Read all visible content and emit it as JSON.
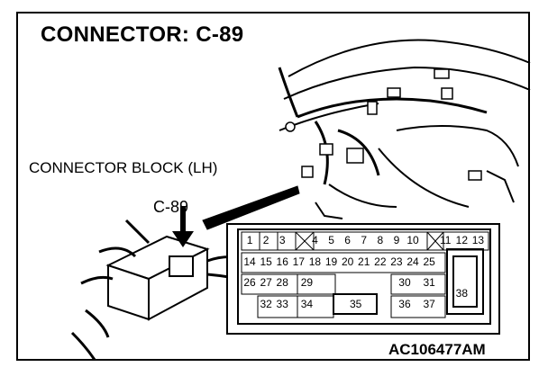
{
  "title": "CONNECTOR: C-89",
  "block_label": "CONNECTOR BLOCK (LH)",
  "callout": "C-89",
  "figure_code": "AC106477AM",
  "pins": [
    {
      "label": "1",
      "row": 1,
      "col": 1
    },
    {
      "label": "2",
      "row": 1,
      "col": 2
    },
    {
      "label": "3",
      "row": 1,
      "col": 3
    },
    {
      "label": "4",
      "row": 1,
      "col": 5
    },
    {
      "label": "5",
      "row": 1,
      "col": 6
    },
    {
      "label": "6",
      "row": 1,
      "col": 7
    },
    {
      "label": "7",
      "row": 1,
      "col": 8
    },
    {
      "label": "8",
      "row": 1,
      "col": 9
    },
    {
      "label": "9",
      "row": 1,
      "col": 10
    },
    {
      "label": "10",
      "row": 1,
      "col": 11
    },
    {
      "label": "11",
      "row": 1,
      "col": 13
    },
    {
      "label": "12",
      "row": 1,
      "col": 14
    },
    {
      "label": "13",
      "row": 1,
      "col": 15
    },
    {
      "label": "14",
      "row": 2,
      "col": 1
    },
    {
      "label": "15",
      "row": 2,
      "col": 2
    },
    {
      "label": "16",
      "row": 2,
      "col": 3
    },
    {
      "label": "17",
      "row": 2,
      "col": 4
    },
    {
      "label": "18",
      "row": 2,
      "col": 5
    },
    {
      "label": "19",
      "row": 2,
      "col": 6
    },
    {
      "label": "20",
      "row": 2,
      "col": 7
    },
    {
      "label": "21",
      "row": 2,
      "col": 8
    },
    {
      "label": "22",
      "row": 2,
      "col": 9
    },
    {
      "label": "23",
      "row": 2,
      "col": 10
    },
    {
      "label": "24",
      "row": 2,
      "col": 11
    },
    {
      "label": "25",
      "row": 2,
      "col": 12
    },
    {
      "label": "26",
      "row": 3,
      "col": 1
    },
    {
      "label": "27",
      "row": 3,
      "col": 2
    },
    {
      "label": "28",
      "row": 3,
      "col": 3
    },
    {
      "label": "29",
      "row": 3,
      "col": 4.5
    },
    {
      "label": "30",
      "row": 3,
      "col": 10.5
    },
    {
      "label": "31",
      "row": 3,
      "col": 12
    },
    {
      "label": "38",
      "row": 3.5,
      "col": 14
    },
    {
      "label": "32",
      "row": 4,
      "col": 2
    },
    {
      "label": "33",
      "row": 4,
      "col": 3
    },
    {
      "label": "34",
      "row": 4,
      "col": 4.5
    },
    {
      "label": "35",
      "row": 4,
      "col": 7.5
    },
    {
      "label": "36",
      "row": 4,
      "col": 10.5
    },
    {
      "label": "37",
      "row": 4,
      "col": 12
    }
  ]
}
